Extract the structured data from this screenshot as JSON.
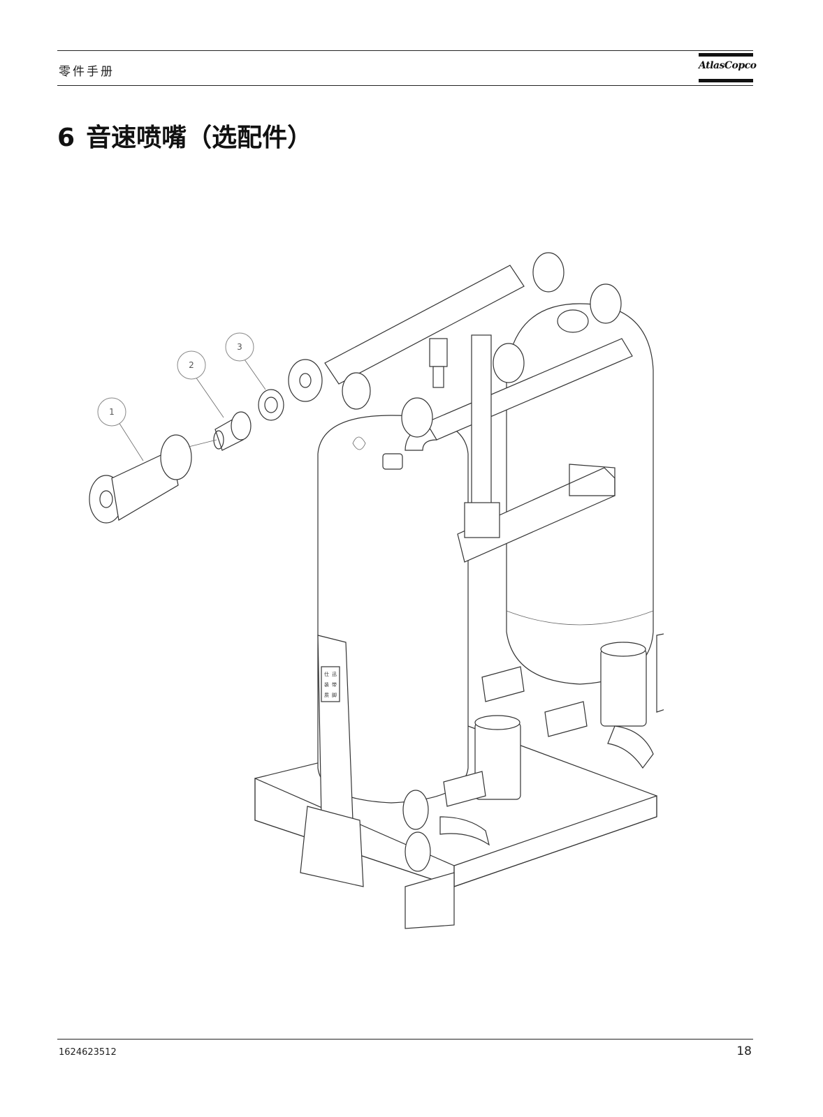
{
  "header": {
    "title": "零件手册",
    "logo_text": "AtlasCopco"
  },
  "section": {
    "number": "6",
    "title": "音速喷嘴（选配件）"
  },
  "drawing": {
    "callouts": [
      "1",
      "2",
      "3"
    ],
    "label_panel": [
      "仕",
      "迅",
      "装",
      "带",
      "质",
      "脚"
    ]
  },
  "footer": {
    "doc_number": "1624623512",
    "page_number": "18"
  }
}
